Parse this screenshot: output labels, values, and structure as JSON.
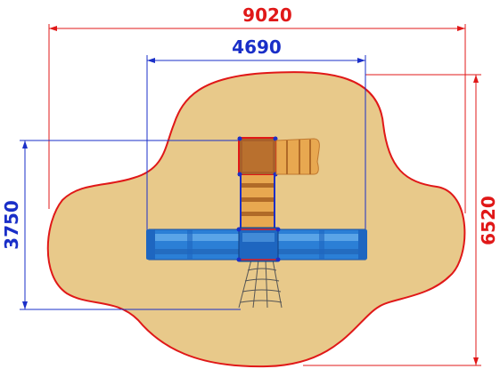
{
  "dimensions": {
    "overall_width": "9020",
    "overall_height": "6520",
    "structure_width": "4690",
    "structure_height": "3750"
  },
  "colors": {
    "safety_zone_fill": "#e8c98a",
    "safety_zone_outline": "#e01818",
    "overall_dimension": "#e01818",
    "structure_dimension": "#1a2fc8",
    "tube": "#2b7fd6",
    "tower": "#c07830",
    "slide": "#e0a050"
  }
}
